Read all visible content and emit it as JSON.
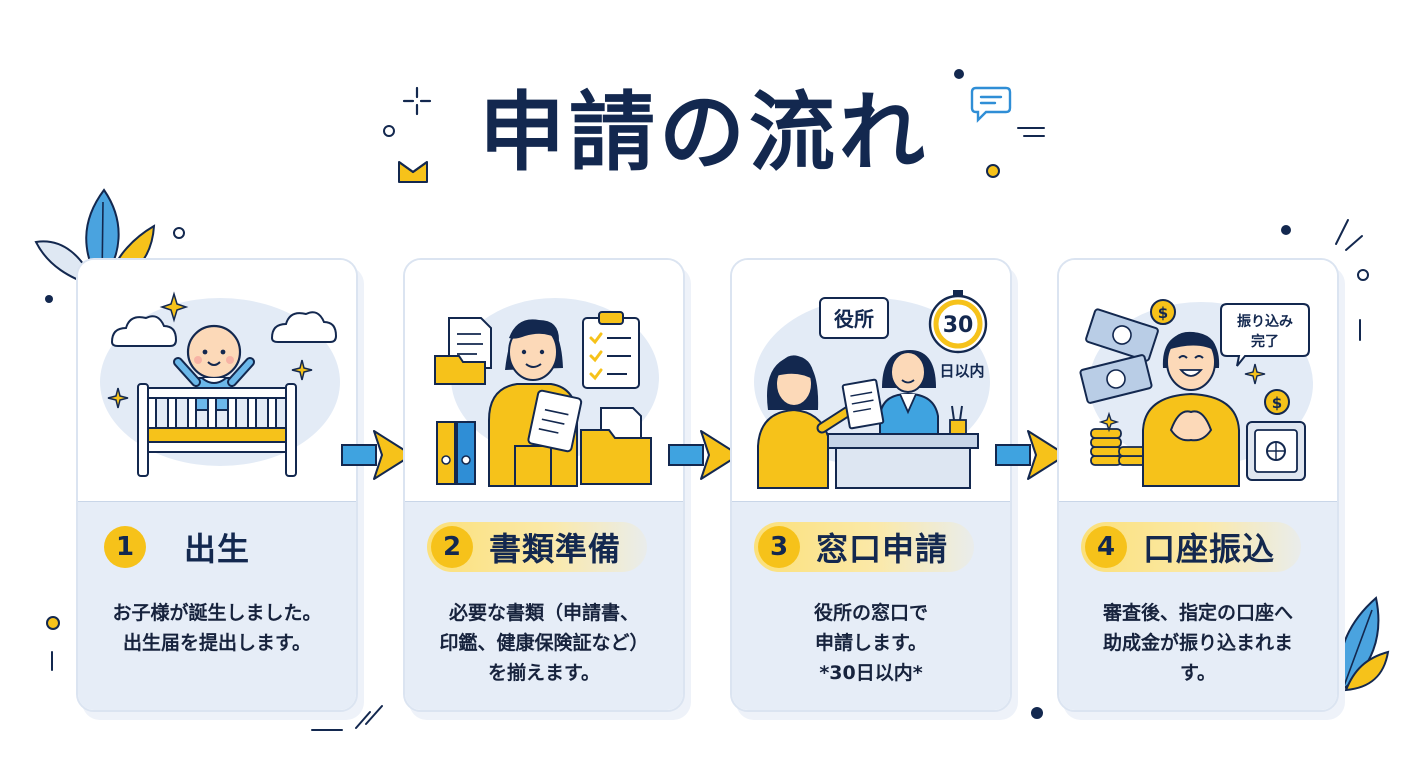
{
  "title": "申請の流れ",
  "colors": {
    "navy": "#13284f",
    "accent_yellow": "#f6c21a",
    "accent_blue": "#3fa3e0",
    "panel_blue": "#e6edf7"
  },
  "steps": [
    {
      "number": "1",
      "title": "出生",
      "icon": "baby-in-crib-illustration",
      "highlighted": false,
      "description": [
        "お子様が誕生しました。",
        "出生届を提出します。"
      ]
    },
    {
      "number": "2",
      "title": "書類準備",
      "icon": "document-preparation-illustration",
      "highlighted": true,
      "description": [
        "必要な書類（申請書、",
        "印鑑、健康保険証など）",
        "を揃えます。"
      ]
    },
    {
      "number": "3",
      "title": "窓口申請",
      "icon": "office-counter-illustration",
      "highlighted": true,
      "sign_label": "役所",
      "timer_number": "30",
      "timer_label": "日以内",
      "description": [
        "役所の窓口で",
        "申請します。",
        "*30日以内*"
      ]
    },
    {
      "number": "4",
      "title": "口座振込",
      "icon": "bank-transfer-illustration",
      "highlighted": true,
      "bubble_lines": [
        "振り込み",
        "完了"
      ],
      "coin_symbol": "$",
      "description": [
        "審査後、指定の口座へ",
        "助成金が振り込まれま",
        "す。"
      ]
    }
  ]
}
